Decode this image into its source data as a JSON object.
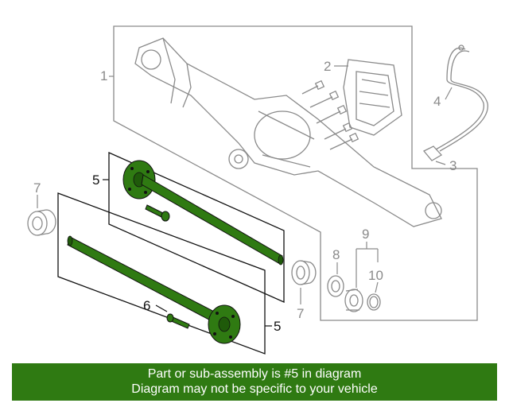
{
  "callouts": {
    "c1": "1",
    "c2": "2",
    "c3": "3",
    "c4": "4",
    "c5a": "5",
    "c5b": "5",
    "c6": "6",
    "c7a": "7",
    "c7b": "7",
    "c8": "8",
    "c9": "9",
    "c10": "10"
  },
  "banner": {
    "line1": "Part or sub-assembly is #5 in diagram",
    "line2": "Diagram may not be specific to your vehicle"
  },
  "colors": {
    "highlight": "#2f7a12",
    "line": "#8a8a8a",
    "banner_text": "#ffffff"
  }
}
